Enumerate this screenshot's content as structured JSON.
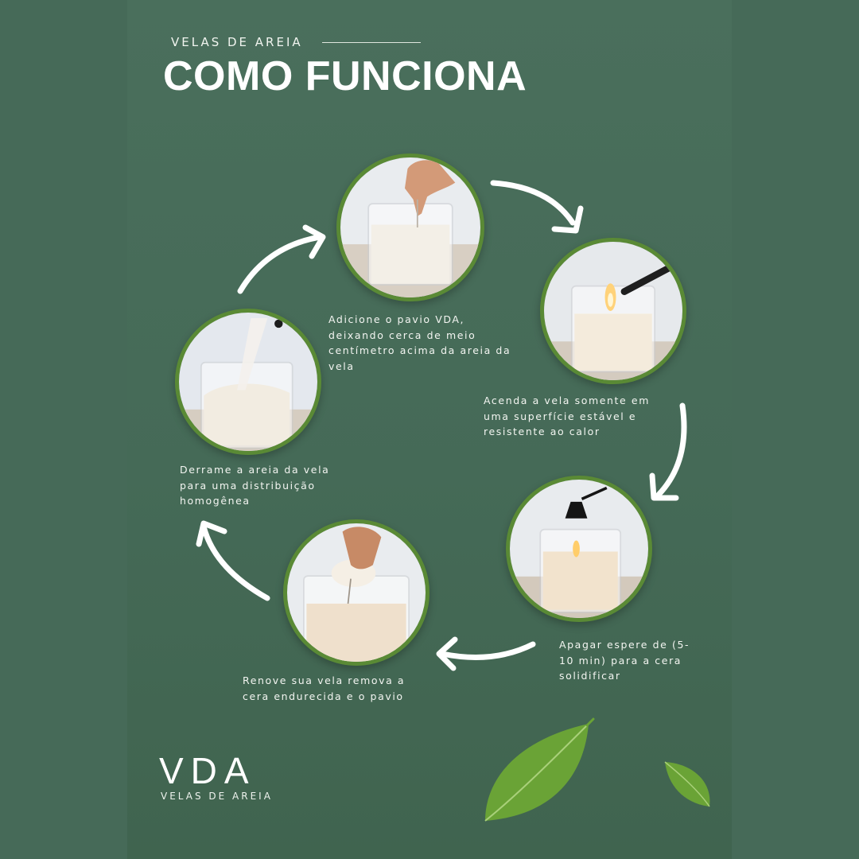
{
  "header": {
    "eyebrow": "VELAS DE  AREIA",
    "title": "COMO FUNCIONA"
  },
  "steps": [
    {
      "caption": "Adicione o pavio VDA, deixando cerca de meio centímetro acima da areia da vela"
    },
    {
      "caption": "Acenda a vela somente em uma superfície estável e resistente ao calor"
    },
    {
      "caption": "Apagar espere de (5-10 min) para a cera solidificar"
    },
    {
      "caption": "Renove  sua vela remova a cera endurecida e o pavio"
    },
    {
      "caption": "Derrame a areia da vela para uma distribuição homogênea"
    }
  ],
  "brand": {
    "logo": "VDA",
    "subtitle": "VELAS DE  AREIA"
  },
  "colors": {
    "background": "#466a58",
    "ring": "#5a8a35",
    "text": "#ffffff"
  }
}
